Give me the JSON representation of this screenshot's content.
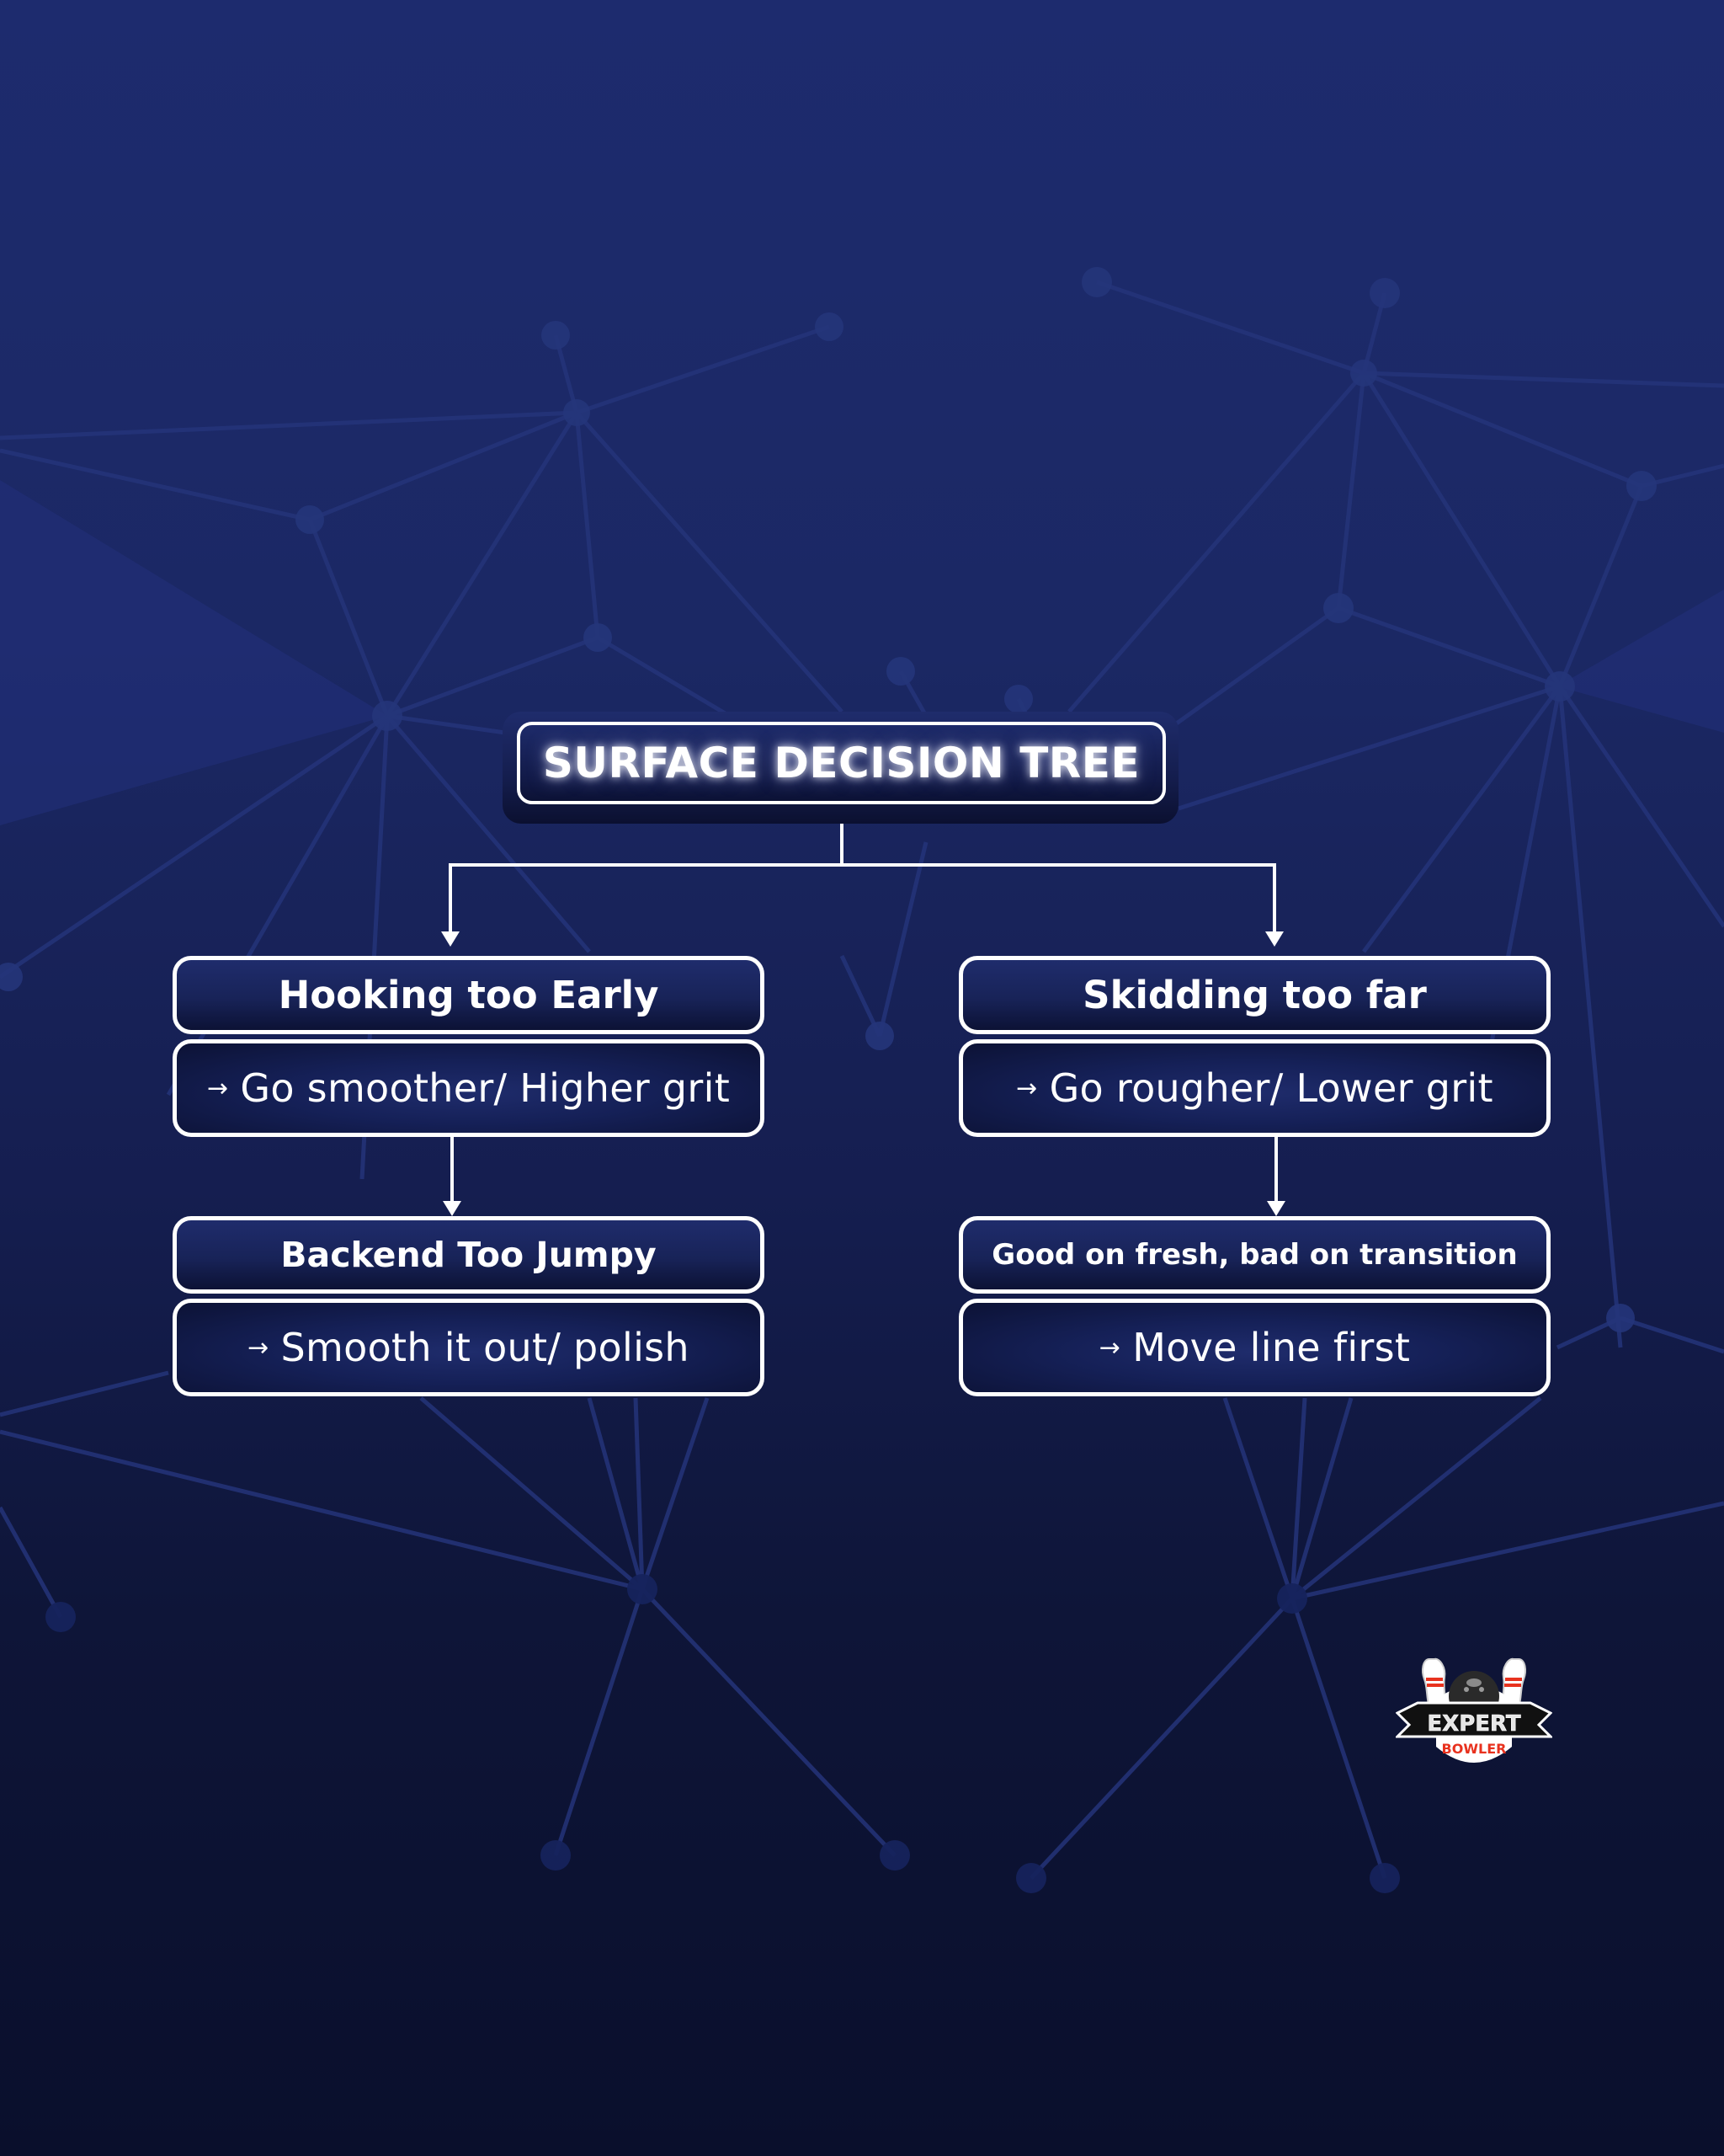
{
  "header": {
    "title": "SURFACE DECISION TREE"
  },
  "branches": [
    {
      "problem": "Hooking too Early",
      "solution_arrow": "→",
      "solution": "Go smoother/ Higher grit",
      "follow_up": {
        "problem": "Backend Too Jumpy",
        "solution_arrow": "→",
        "solution": "Smooth it out/ polish"
      }
    },
    {
      "problem": "Skidding too far",
      "solution_arrow": "→",
      "solution": "Go rougher/ Lower grit",
      "follow_up": {
        "problem": "Good on fresh, bad on transition",
        "solution_arrow": "→",
        "solution": "Move line first"
      }
    }
  ],
  "logo": {
    "line1": "EXPERT",
    "line2": "BOWLER"
  },
  "colors": {
    "background_top": "#1d2b6e",
    "background_bottom": "#0a0f2c",
    "box_border": "#ffffff",
    "network_line": "#25357a",
    "logo_red": "#e8321e"
  }
}
